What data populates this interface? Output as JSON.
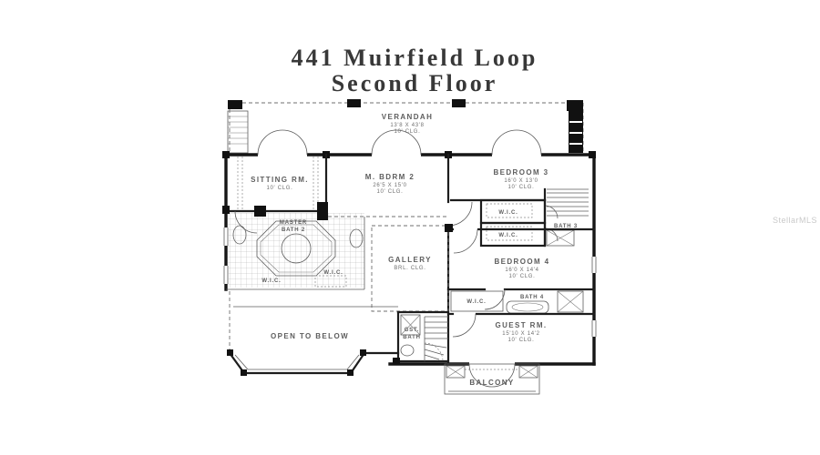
{
  "title": {
    "line1": "441 Muirfield Loop",
    "line2": "Second Floor"
  },
  "watermark": "StellarMLS",
  "colors": {
    "wall": "#161616",
    "label": "#5d5d5d",
    "tile_line": "#b0b0b0",
    "background": "#ffffff"
  },
  "rooms": {
    "verandah": {
      "name": "VERANDAH",
      "dims": "13'8 X 43'8",
      "clg": "10' CLG."
    },
    "sitting": {
      "name": "SITTING RM.",
      "clg": "10' CLG."
    },
    "mbdrm2": {
      "name": "M. BDRM 2",
      "dims": "26'5 X 15'0",
      "clg": "10' CLG."
    },
    "bedroom3": {
      "name": "BEDROOM 3",
      "dims": "16'0 X 13'0",
      "clg": "10' CLG."
    },
    "master_bath": {
      "line1": "MASTER",
      "line2": "BATH 2"
    },
    "wic": "W.I.C.",
    "bath3": "BATH 3",
    "gallery": {
      "name": "GALLERY",
      "clg": "BRL. CLG."
    },
    "bedroom4": {
      "name": "BEDROOM 4",
      "dims": "16'0 X 14'4",
      "clg": "10' CLG."
    },
    "bath4": "BATH 4",
    "guest": {
      "name": "GUEST RM.",
      "dims": "15'10 X 14'2",
      "clg": "10' CLG."
    },
    "gst_bath": {
      "line1": "GST.",
      "line2": "BATH"
    },
    "open_below": "OPEN TO BELOW",
    "balcony": "BALCONY"
  }
}
